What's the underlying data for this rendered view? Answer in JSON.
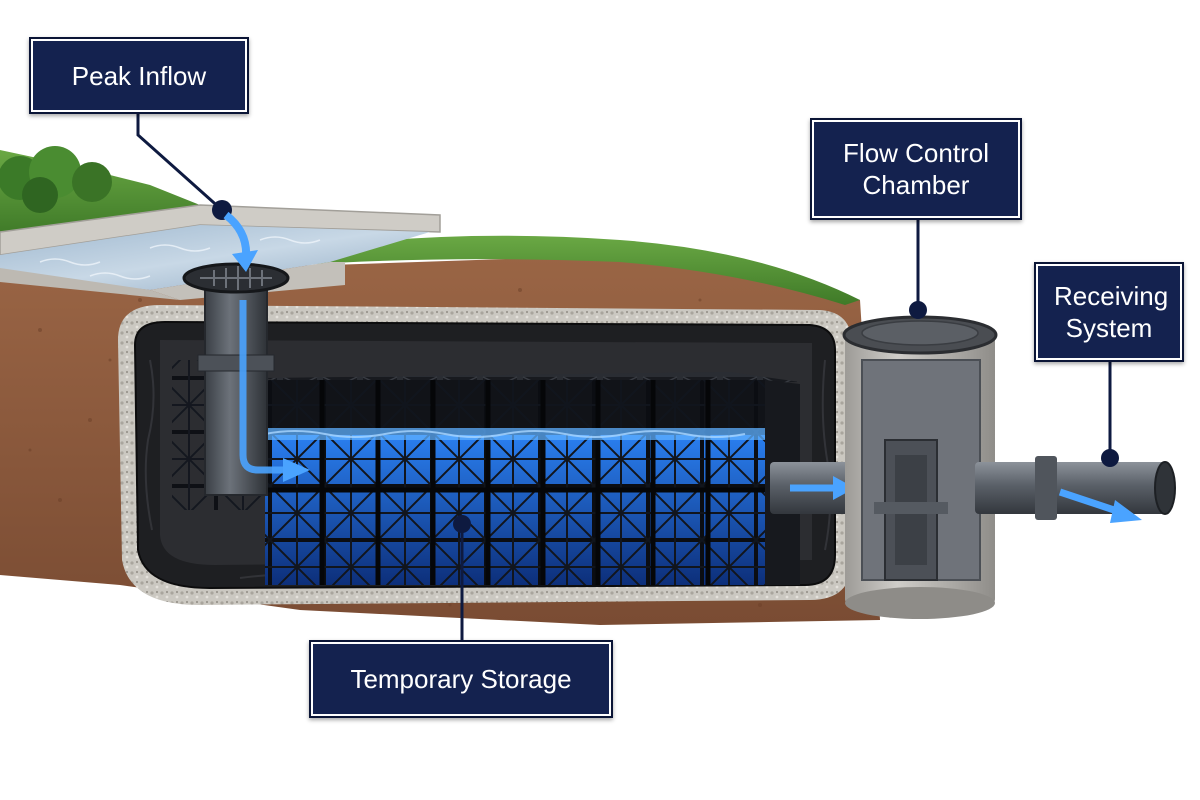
{
  "labels": {
    "peak_inflow": "Peak Inflow",
    "flow_control_chamber": "Flow Control Chamber",
    "receiving_system": "Receiving System",
    "temporary_storage": "Temporary Storage"
  },
  "colors": {
    "callout_bg": "#14224f",
    "flow_arrow": "#3d8fe6",
    "water": "#2f6fd6",
    "soil": "#8b5a3c",
    "grass": "#4f8f32",
    "membrane": "#222222",
    "gravel": "#c9c6c0",
    "pipe": "#5b6068",
    "concrete": "#b9b7b3"
  },
  "icons": [
    "flow-arrow-icon",
    "leader-dot-icon",
    "grate-icon",
    "manhole-cover-icon"
  ]
}
